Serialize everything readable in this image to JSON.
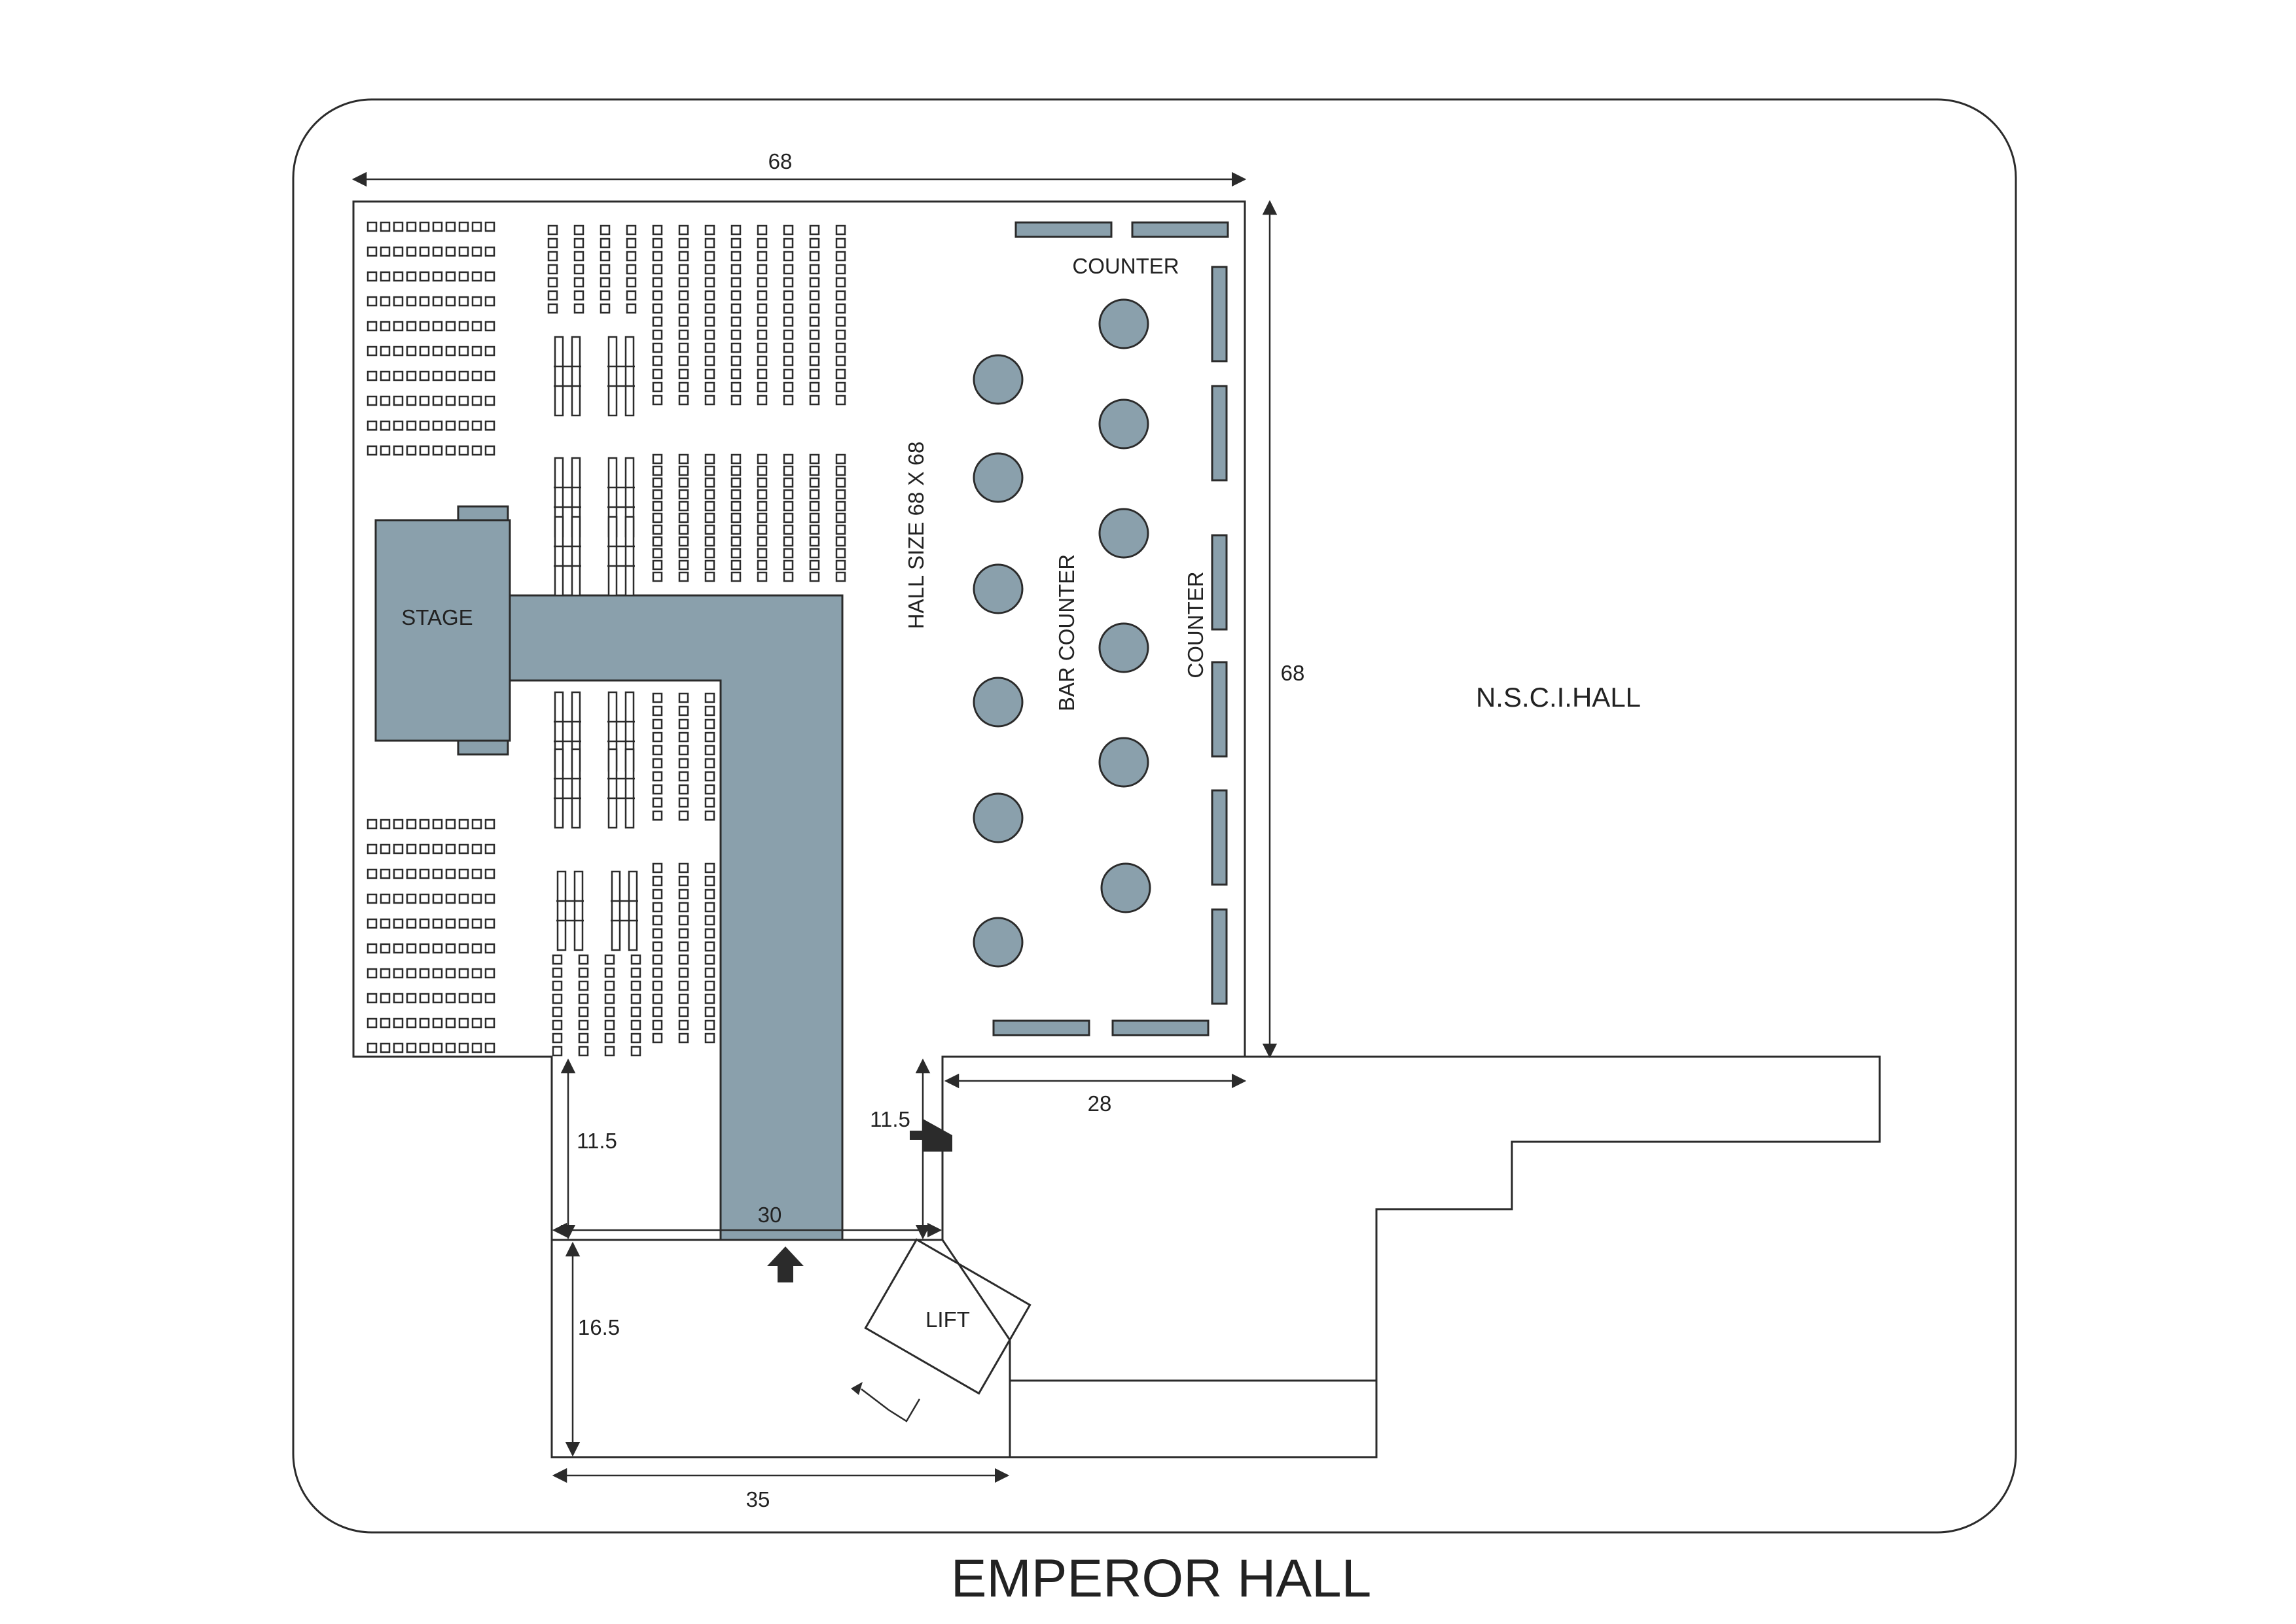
{
  "title": "EMPEROR HALL",
  "neighbor_hall": "N.S.C.I.HALL",
  "hall_size_label": "HALL SIZE 68 X 68",
  "labels": {
    "stage": "STAGE",
    "counter_top": "COUNTER",
    "counter_side": "COUNTER",
    "bar_counter": "BAR COUNTER",
    "lift": "LIFT"
  },
  "dimensions": {
    "hall_width": "68",
    "hall_height": "68",
    "right_gap": "28",
    "entry_depth_left": "11.5",
    "entry_depth_right": "11.5",
    "entry_width": "30",
    "lobby_depth": "16.5",
    "lobby_width": "35"
  },
  "colors": {
    "accent": "#8aa0ac",
    "line": "#2b2b2b"
  }
}
